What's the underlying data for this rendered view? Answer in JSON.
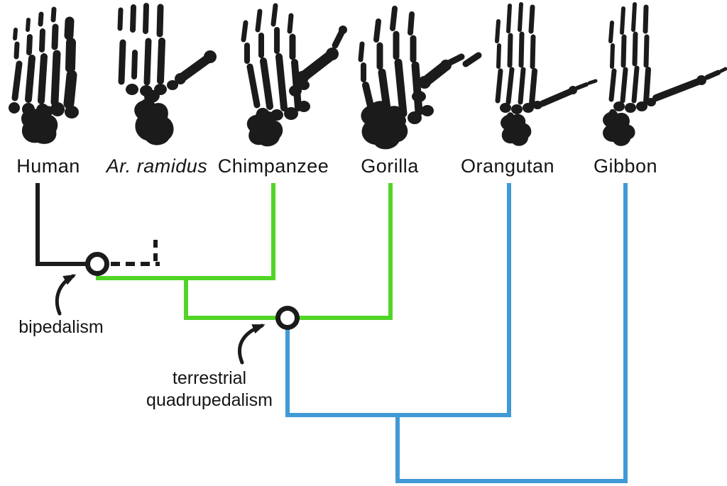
{
  "species": [
    {
      "label": "Human",
      "icon": "human-foot-skeleton"
    },
    {
      "label": "Ar. ramidus",
      "icon": "ar-ramidus-foot-skeleton"
    },
    {
      "label": "Chimpanzee",
      "icon": "chimpanzee-foot-skeleton"
    },
    {
      "label": "Gorilla",
      "icon": "gorilla-foot-skeleton"
    },
    {
      "label": "Orangutan",
      "icon": "orangutan-foot-skeleton"
    },
    {
      "label": "Gibbon",
      "icon": "gibbon-foot-skeleton"
    }
  ],
  "annotations": {
    "bipedalism": "bipedalism",
    "terrestrial_quadrupedalism": "terrestrial quadrupedalism"
  },
  "colors": {
    "bipedal_lineage": "#1b1b1b",
    "african_ape_lineage": "#52d427",
    "asian_ape_lineage": "#4199d6",
    "background": "#ffffff"
  }
}
